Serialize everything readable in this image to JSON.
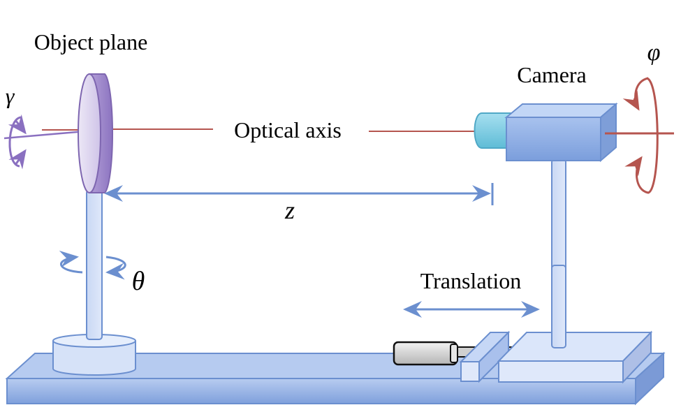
{
  "labels": {
    "object_plane": "Object plane",
    "camera": "Camera",
    "optical_axis": "Optical axis",
    "z": "z",
    "translation": "Translation",
    "gamma": "γ",
    "theta": "θ",
    "phi": "φ"
  },
  "colors": {
    "axis_line": "#b5554f",
    "disk_face": "#ddd6ee",
    "disk_edge": "#9a84c6",
    "disk_stroke": "#7e66b0",
    "blue_fill": "#9ab6e6",
    "blue_light": "#d8e4f8",
    "blue_stroke": "#6b8fcf",
    "lens": "#7fcce2",
    "motor": "#d7d7d7"
  }
}
